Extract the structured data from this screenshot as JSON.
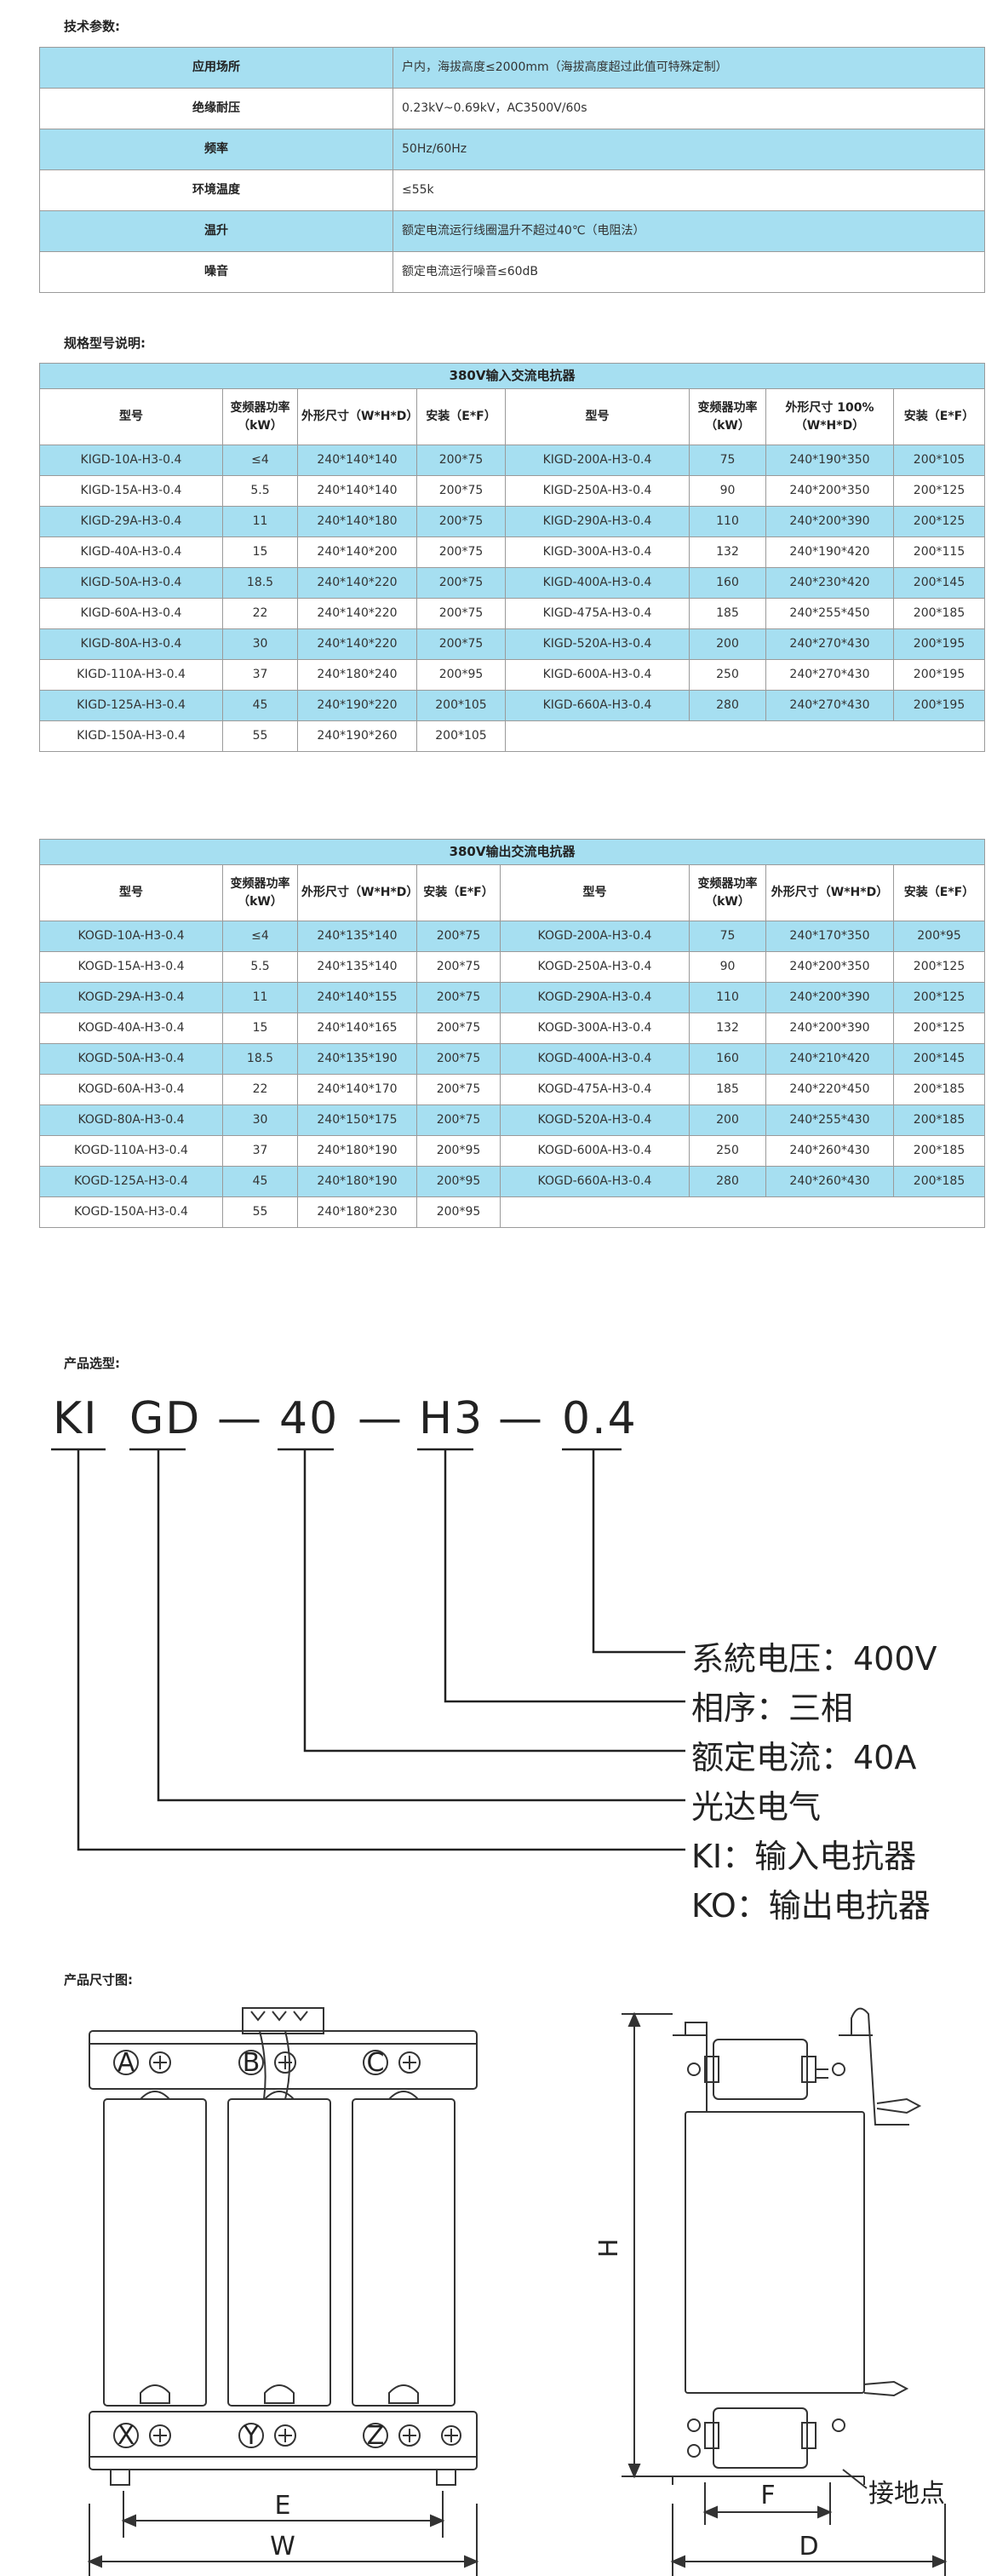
{
  "tech": {
    "title": "技术参数:",
    "rows": [
      {
        "label": "应用场所",
        "value": "户内，海拔高度≤2000mm（海拔高度超过此值可特殊定制）"
      },
      {
        "label": "绝缘耐压",
        "value": "0.23kV~0.69kV，AC3500V/60s"
      },
      {
        "label": "频率",
        "value": "50Hz/60Hz"
      },
      {
        "label": "环境温度",
        "value": "≤55k"
      },
      {
        "label": "温升",
        "value": "额定电流运行线圈温升不超过40℃（电阻法）"
      },
      {
        "label": "噪音",
        "value": "额定电流运行噪音≤60dB"
      }
    ]
  },
  "spec_title": "规格型号说明:",
  "input_table": {
    "caption": "380V输入交流电抗器",
    "headers": [
      "型号",
      "变频器功率（kW）",
      "外形尺寸（W*H*D）",
      "安装（E*F）",
      "型号",
      "变频器功率（kW）",
      "外形尺寸 100%（W*H*D）",
      "安装（E*F）"
    ],
    "rows": [
      [
        "KIGD-10A-H3-0.4",
        "≤4",
        "240*140*140",
        "200*75",
        "KIGD-200A-H3-0.4",
        "75",
        "240*190*350",
        "200*105"
      ],
      [
        "KIGD-15A-H3-0.4",
        "5.5",
        "240*140*140",
        "200*75",
        "KIGD-250A-H3-0.4",
        "90",
        "240*200*350",
        "200*125"
      ],
      [
        "KIGD-29A-H3-0.4",
        "11",
        "240*140*180",
        "200*75",
        "KIGD-290A-H3-0.4",
        "110",
        "240*200*390",
        "200*125"
      ],
      [
        "KIGD-40A-H3-0.4",
        "15",
        "240*140*200",
        "200*75",
        "KIGD-300A-H3-0.4",
        "132",
        "240*190*420",
        "200*115"
      ],
      [
        "KIGD-50A-H3-0.4",
        "18.5",
        "240*140*220",
        "200*75",
        "KIGD-400A-H3-0.4",
        "160",
        "240*230*420",
        "200*145"
      ],
      [
        "KIGD-60A-H3-0.4",
        "22",
        "240*140*220",
        "200*75",
        "KIGD-475A-H3-0.4",
        "185",
        "240*255*450",
        "200*185"
      ],
      [
        "KIGD-80A-H3-0.4",
        "30",
        "240*140*220",
        "200*75",
        "KIGD-520A-H3-0.4",
        "200",
        "240*270*430",
        "200*195"
      ],
      [
        "KIGD-110A-H3-0.4",
        "37",
        "240*180*240",
        "200*95",
        "KIGD-600A-H3-0.4",
        "250",
        "240*270*430",
        "200*195"
      ],
      [
        "KIGD-125A-H3-0.4",
        "45",
        "240*190*220",
        "200*105",
        "KIGD-660A-H3-0.4",
        "280",
        "240*270*430",
        "200*195"
      ],
      [
        "KIGD-150A-H3-0.4",
        "55",
        "240*190*260",
        "200*105",
        "",
        "",
        "",
        ""
      ]
    ]
  },
  "output_table": {
    "caption": "380V输出交流电抗器",
    "headers": [
      "型号",
      "变频器功率（kW）",
      "外形尺寸（W*H*D）",
      "安装（E*F）",
      "型号",
      "变频器功率（kW）",
      "外形尺寸（W*H*D）",
      "安装（E*F）"
    ],
    "rows": [
      [
        "KOGD-10A-H3-0.4",
        "≤4",
        "240*135*140",
        "200*75",
        "KOGD-200A-H3-0.4",
        "75",
        "240*170*350",
        "200*95"
      ],
      [
        "KOGD-15A-H3-0.4",
        "5.5",
        "240*135*140",
        "200*75",
        "KOGD-250A-H3-0.4",
        "90",
        "240*200*350",
        "200*125"
      ],
      [
        "KOGD-29A-H3-0.4",
        "11",
        "240*140*155",
        "200*75",
        "KOGD-290A-H3-0.4",
        "110",
        "240*200*390",
        "200*125"
      ],
      [
        "KOGD-40A-H3-0.4",
        "15",
        "240*140*165",
        "200*75",
        "KOGD-300A-H3-0.4",
        "132",
        "240*200*390",
        "200*125"
      ],
      [
        "KOGD-50A-H3-0.4",
        "18.5",
        "240*135*190",
        "200*75",
        "KOGD-400A-H3-0.4",
        "160",
        "240*210*420",
        "200*145"
      ],
      [
        "KOGD-60A-H3-0.4",
        "22",
        "240*140*170",
        "200*75",
        "KOGD-475A-H3-0.4",
        "185",
        "240*220*450",
        "200*185"
      ],
      [
        "KOGD-80A-H3-0.4",
        "30",
        "240*150*175",
        "200*75",
        "KOGD-520A-H3-0.4",
        "200",
        "240*255*430",
        "200*185"
      ],
      [
        "KOGD-110A-H3-0.4",
        "37",
        "240*180*190",
        "200*95",
        "KOGD-600A-H3-0.4",
        "250",
        "240*260*430",
        "200*185"
      ],
      [
        "KOGD-125A-H3-0.4",
        "45",
        "240*180*190",
        "200*95",
        "KOGD-660A-H3-0.4",
        "280",
        "240*260*430",
        "200*185"
      ],
      [
        "KOGD-150A-H3-0.4",
        "55",
        "240*180*230",
        "200*95",
        "",
        "",
        "",
        ""
      ]
    ]
  },
  "selection": {
    "title": "产品选型:",
    "code_parts": [
      "KI",
      "GD",
      "—",
      "40",
      "—",
      "H3",
      "—",
      "0.4"
    ],
    "descriptions": [
      "系統电压：400V",
      "相序：三相",
      "额定电流：40A",
      "光达电气",
      "KI：输入电抗器",
      "KO：输出电抗器"
    ]
  },
  "dimension": {
    "title": "产品尺寸图:",
    "terminal_labels_top": [
      "A",
      "B",
      "C"
    ],
    "terminal_labels_bottom": [
      "X",
      "Y",
      "Z"
    ],
    "labels": {
      "E": "E",
      "W": "W",
      "H": "H",
      "F": "F",
      "D": "D",
      "ground": "接地点"
    }
  }
}
